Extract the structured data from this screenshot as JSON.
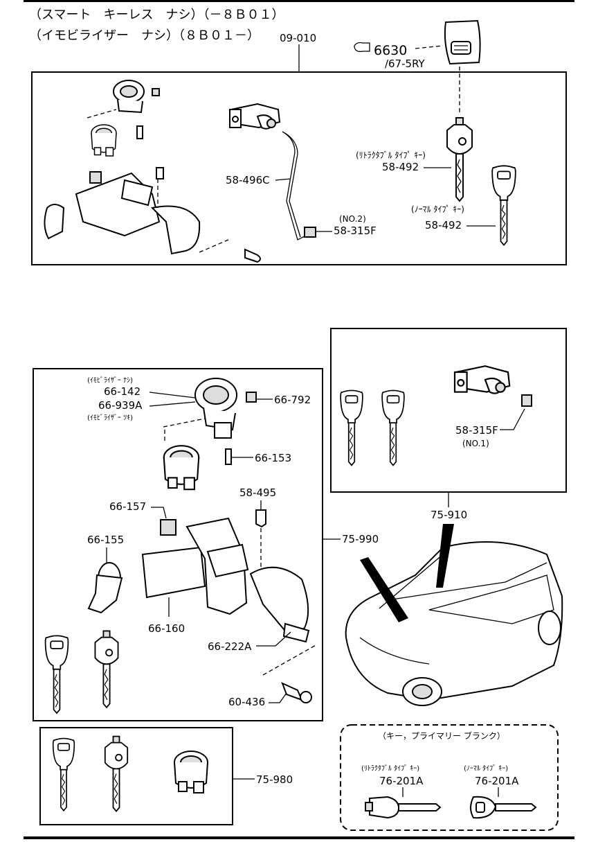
{
  "header": {
    "line1": "（スマート　キーレス　ナシ）（－８Ｂ０１）",
    "line2": "（イモビライザー　ナシ）（８Ｂ０１－）"
  },
  "top_group": {
    "ref": "09-010",
    "ref_6630": "6630",
    "ref_6630_sub": "/67-5RY",
    "label_58_496C": "58-496C",
    "note_no2": "(NO.2)",
    "label_58_315F_a": "58-315F",
    "note_retract_key": "(ﾘﾄﾗｸﾀﾌﾞﾙ ﾀｲﾌﾟ ｷｰ)",
    "label_58_492_a": "58-492",
    "note_normal_key": "(ﾉｰﾏﾙ ﾀｲﾌﾟ ｷｰ)",
    "label_58_492_b": "58-492"
  },
  "right_group": {
    "label_58_315F_b": "58-315F",
    "note_no1": "(NO.1)",
    "ref_75_910": "75-910"
  },
  "main_group": {
    "note_immo_nashi": "(ｲﾓﾋﾞﾗｲｻﾞｰ ﾅｼ)",
    "label_66_142": "66-142",
    "label_66_939A": "66-939A",
    "note_immo_tsuki": "(ｲﾓﾋﾞﾗｲｻﾞｰ ﾂｷ)",
    "label_66_792": "66-792",
    "label_66_153": "66-153",
    "label_58_495": "58-495",
    "label_66_157": "66-157",
    "label_66_155": "66-155",
    "label_66_160": "66-160",
    "label_66_222A": "66-222A",
    "label_60_436": "60-436",
    "ref_75_990": "75-990"
  },
  "bottom_left": {
    "ref_75_980": "75-980"
  },
  "bottom_right": {
    "title": "（キー，プライマリー ブランク）",
    "note_retract": "(ﾘﾄﾗｸﾀﾌﾞﾙ ﾀｲﾌﾟ ｷｰ)",
    "note_normal": "(ﾉｰﾏﾙ ﾀｲﾌﾟ ｷｰ)",
    "label_76_201A_a": "76-201A",
    "label_76_201A_b": "76-201A"
  }
}
